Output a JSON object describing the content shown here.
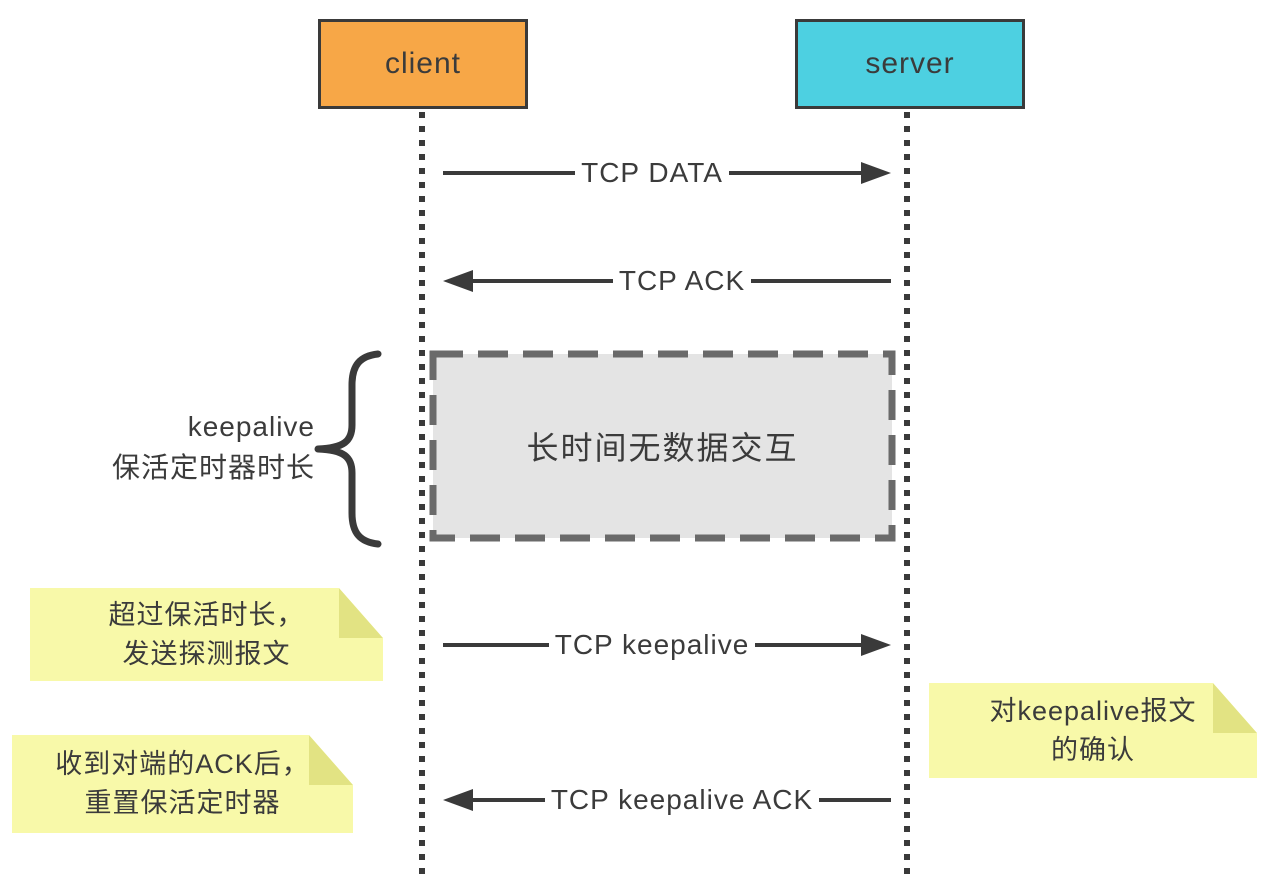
{
  "actors": [
    {
      "label": "client",
      "fill": "#F7A747"
    },
    {
      "label": "server",
      "fill": "#4DD0E1"
    }
  ],
  "messages": [
    {
      "label": "TCP DATA",
      "from": "client",
      "to": "server"
    },
    {
      "label": "TCP ACK",
      "from": "server",
      "to": "client"
    },
    {
      "label": "TCP keepalive",
      "from": "client",
      "to": "server"
    },
    {
      "label": "TCP keepalive ACK",
      "from": "server",
      "to": "client"
    }
  ],
  "idle_box": {
    "label": "长时间无数据交互",
    "fill": "#E4E4E4",
    "border": "#6A6A6A"
  },
  "brace_annotation": {
    "line1": "keepalive",
    "line2": "保活定时器时长"
  },
  "notes": [
    {
      "line1": "超过保活时长，",
      "line2": "发送探测报文"
    },
    {
      "line1": "对keepalive报文",
      "line2": "的确认"
    },
    {
      "line1": "收到对端的ACK后，",
      "line2": "重置保活定时器"
    }
  ],
  "colors": {
    "line": "#3A3A3A",
    "note_fill": "#F8F9A9",
    "note_fold": "#E2E383"
  }
}
